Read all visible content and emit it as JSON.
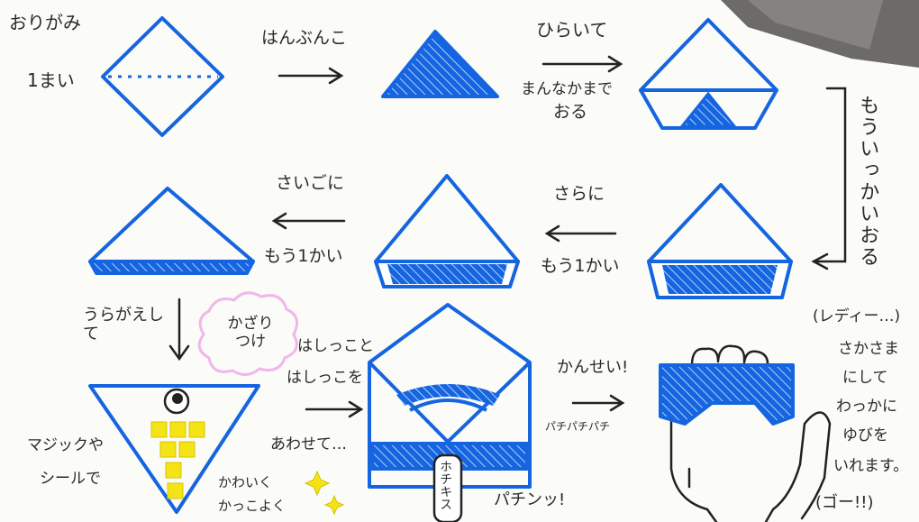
{
  "steps": {
    "s1_title": "おりがみ",
    "s1_count": "1まい",
    "s2": "はんぶんこ",
    "s3_a": "ひらいて",
    "s3_b": "まんなかまで",
    "s3_c": "おる",
    "s4_side": "もういっかいおる",
    "s5_a": "さらに",
    "s5_b": "もう1かい",
    "s6_a": "さいごに",
    "s6_b": "もう1かい",
    "s7": "うらがえして",
    "s8_cloud": "かざりつけ",
    "s9_a": "はしっこと",
    "s9_b": "はしっこを",
    "s9_c": "あわせて…",
    "stapler": "ホチキス",
    "snap": "パチンッ!",
    "done": "かんせい!",
    "clap": "パチパチパチ",
    "deco_a": "マジックや",
    "deco_b": "シールで",
    "cute_a": "かわいく",
    "cute_b": "かっこよく",
    "ready": "(レディー…)",
    "inst_a": "さかさま",
    "inst_b": "にして",
    "inst_c": "わっかに",
    "inst_d": "ゆびを",
    "inst_e": "いれます。",
    "go": "(ゴー!!)"
  },
  "colors": {
    "ink": "#1565e0",
    "pen": "#222222",
    "sticker": "#f4e315",
    "cloud": "#f2b6ea"
  }
}
